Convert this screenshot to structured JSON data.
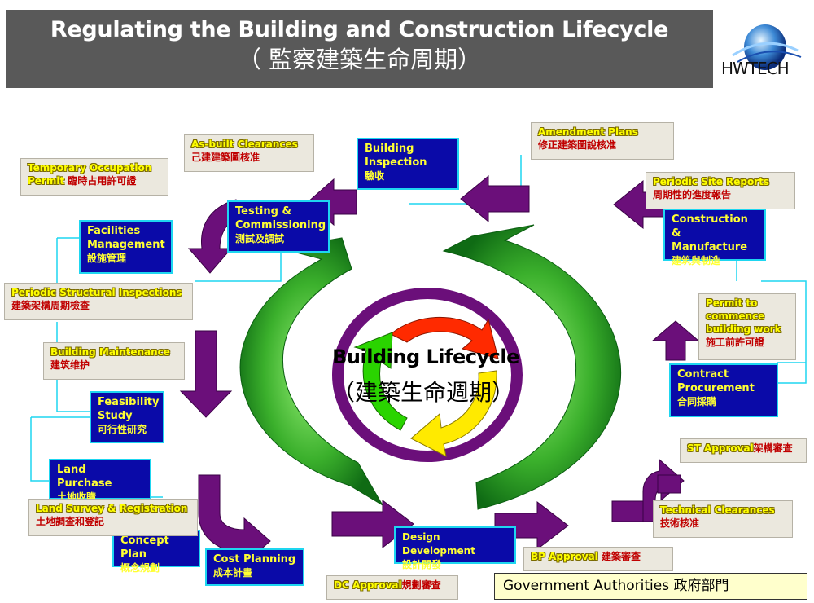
{
  "title": {
    "en": "Regulating the Building and Construction Lifecycle",
    "zh": "（ 監察建築生命周期）"
  },
  "logo": {
    "text": "HWTECH"
  },
  "center": {
    "title": "Building Lifecycle",
    "subtitle": "（建築生命週期）"
  },
  "blue_boxes": {
    "building_inspection": {
      "en1": "Building",
      "en2": "Inspection",
      "zh": "驗收"
    },
    "testing": {
      "en1": "Testing &",
      "en2": "Commissioning",
      "zh": "測試及調試"
    },
    "facilities": {
      "en1": "Facilities",
      "en2": "Management",
      "zh": "設施管理"
    },
    "construction": {
      "en1": "Construction &",
      "en2": "Manufacture",
      "zh": "建筑與制造"
    },
    "contract": {
      "en1": "Contract",
      "en2": "Procurement",
      "zh": "合同採購"
    },
    "feasibility": {
      "en1": "Feasibility",
      "en2": "Study",
      "zh": "可行性研究"
    },
    "land_purchase": {
      "en": "Land Purchase",
      "zh": "土地收購"
    },
    "concept_plan": {
      "en": "Concept Plan",
      "zh": "概念規劃"
    },
    "cost_planning": {
      "en": "Cost Planning",
      "zh": "成本計畫"
    },
    "design_dev": {
      "en": "Design  Development",
      "zh": "設計開發"
    }
  },
  "gov_boxes": {
    "amendment": {
      "en": "Amendment Plans",
      "zh": "修正建築圖說核准"
    },
    "as_built": {
      "en": "As-built Clearances",
      "zh": "己建建築圖核准"
    },
    "temp_occ": {
      "en1": "Temporary Occupation",
      "en2": "Permit",
      "zh": "臨時占用許可證"
    },
    "periodic_site": {
      "en": "Periodic Site Reports",
      "zh": "周期性的進度報告"
    },
    "periodic_struct": {
      "en": "Periodic Structural Inspections",
      "zh": "建築架構周期檢查"
    },
    "permit": {
      "en1": "Permit to",
      "en2": "commence",
      "en3": "building work",
      "zh": "施工前許可證"
    },
    "maintenance": {
      "en": "Building Maintenance",
      "zh": "建筑维护"
    },
    "st_approval": {
      "en": "ST Approval",
      "zh": "架構審查"
    },
    "land_survey": {
      "en": "Land Survey & Registration",
      "zh": "土地調查和登記"
    },
    "technical": {
      "en": "Technical Clearances",
      "zh": "技術核准"
    },
    "bp_approval": {
      "en": "BP Approval ",
      "zh": "建築審查"
    },
    "dc_approval": {
      "en": "DC Approval",
      "zh": "規劃審查"
    }
  },
  "legend": {
    "text": "Government Authorities 政府部門"
  },
  "colors": {
    "title_bg": "#595959",
    "blue_box": "#0a0aa8",
    "blue_box_border": "#1ed6f0",
    "blue_box_text": "#ffff33",
    "gov_box_bg": "#ebe8de",
    "gov_box_zh_text": "#c00000",
    "arrow_purple": "#6b0f7a",
    "arrow_green": "#1f8f1f",
    "legend_bg": "#ffffcc"
  }
}
